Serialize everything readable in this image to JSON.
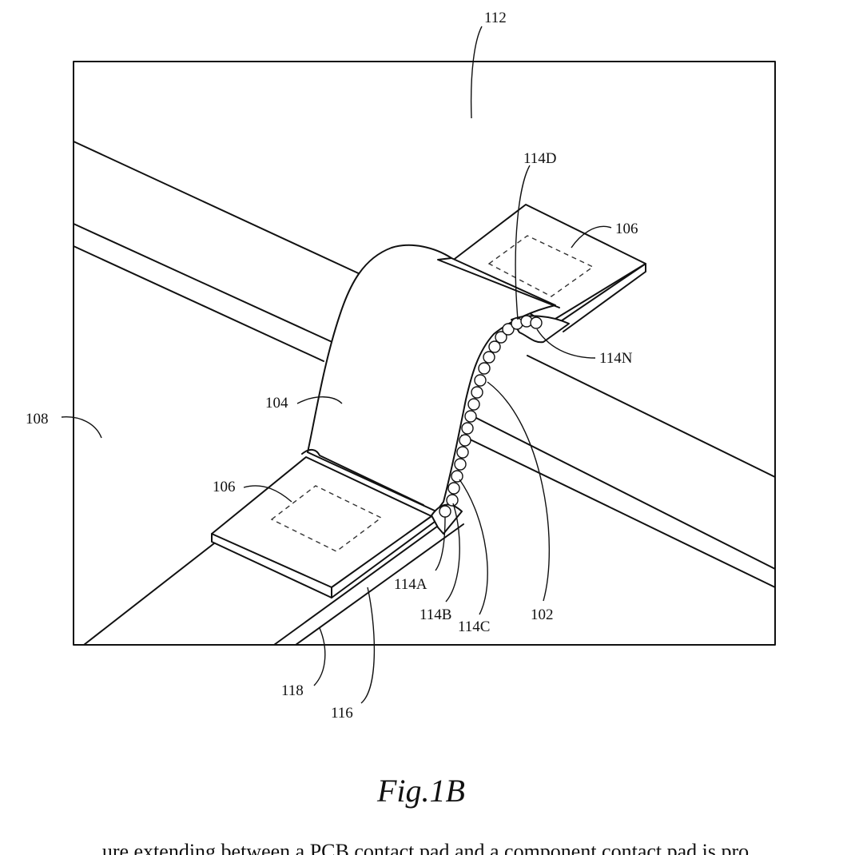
{
  "figure": {
    "title": "Fig.1B",
    "reference_labels": {
      "r112": "112",
      "r114D": "114D",
      "r106_top": "106",
      "r114N": "114N",
      "r108": "108",
      "r104": "104",
      "r106_bottom": "106",
      "r114A": "114A",
      "r114B": "114B",
      "r114C": "114C",
      "r102": "102",
      "r118": "118",
      "r116": "116"
    }
  },
  "caption": "ure extending between a PCB contact pad and a component contact pad is pro"
}
